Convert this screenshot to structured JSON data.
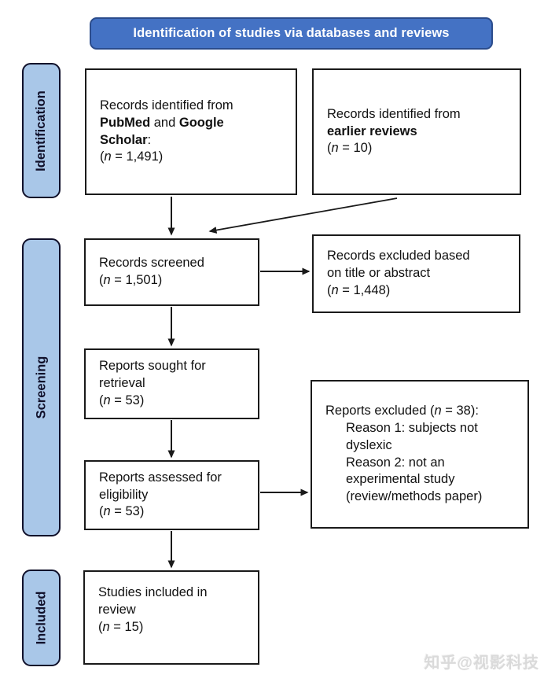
{
  "banner": {
    "title": "Identification of studies via databases and reviews"
  },
  "stages": {
    "identification": "Identification",
    "screening": "Screening",
    "included": "Included"
  },
  "boxes": {
    "identified_databases": {
      "segments": [
        {
          "t": "Records identified from"
        },
        {
          "t": "\n"
        },
        {
          "t": "PubMed",
          "b": 1
        },
        {
          "t": " and "
        },
        {
          "t": "Google",
          "b": 1
        },
        {
          "t": "\n"
        },
        {
          "t": "Scholar",
          "b": 1
        },
        {
          "t": ":"
        },
        {
          "t": "\n"
        },
        {
          "t": "("
        },
        {
          "t": "n",
          "i": 1
        },
        {
          "t": " = 1,491)"
        }
      ]
    },
    "identified_reviews": {
      "segments": [
        {
          "t": "Records identified from"
        },
        {
          "t": "\n"
        },
        {
          "t": "earlier reviews",
          "b": 1
        },
        {
          "t": "\n"
        },
        {
          "t": "("
        },
        {
          "t": "n",
          "i": 1
        },
        {
          "t": " = 10)"
        }
      ]
    },
    "records_screened": {
      "segments": [
        {
          "t": "Records screened"
        },
        {
          "t": "\n"
        },
        {
          "t": "("
        },
        {
          "t": "n",
          "i": 1
        },
        {
          "t": " = 1,501)"
        }
      ]
    },
    "records_excluded": {
      "segments": [
        {
          "t": "Records excluded based"
        },
        {
          "t": "\n"
        },
        {
          "t": "on title or abstract"
        },
        {
          "t": "\n"
        },
        {
          "t": "("
        },
        {
          "t": "n",
          "i": 1
        },
        {
          "t": " = 1,448)"
        }
      ]
    },
    "reports_sought": {
      "segments": [
        {
          "t": "Reports sought for"
        },
        {
          "t": "\n"
        },
        {
          "t": "retrieval"
        },
        {
          "t": "\n"
        },
        {
          "t": "("
        },
        {
          "t": "n",
          "i": 1
        },
        {
          "t": " = 53)"
        }
      ]
    },
    "reports_excluded": {
      "heading": [
        {
          "t": "Reports excluded ("
        },
        {
          "t": "n",
          "i": 1
        },
        {
          "t": " = 38):"
        }
      ],
      "reasons": [
        {
          "t": "Reason 1: subjects not"
        },
        {
          "t": "\n"
        },
        {
          "t": "dyslexic"
        },
        {
          "t": "\n"
        },
        {
          "t": "Reason 2: not an"
        },
        {
          "t": "\n"
        },
        {
          "t": "experimental study"
        },
        {
          "t": "\n"
        },
        {
          "t": "(review/methods paper)"
        }
      ]
    },
    "reports_assessed": {
      "segments": [
        {
          "t": "Reports assessed for"
        },
        {
          "t": "\n"
        },
        {
          "t": "eligibility"
        },
        {
          "t": "\n"
        },
        {
          "t": "("
        },
        {
          "t": "n",
          "i": 1
        },
        {
          "t": " = 53)"
        }
      ]
    },
    "studies_included": {
      "segments": [
        {
          "t": "Studies included in"
        },
        {
          "t": "\n"
        },
        {
          "t": "review"
        },
        {
          "t": "\n"
        },
        {
          "t": "("
        },
        {
          "t": "n",
          "i": 1
        },
        {
          "t": " = 15)"
        }
      ]
    }
  },
  "watermark": "知乎@视影科技",
  "colors": {
    "banner_blue": "#4472C4",
    "banner_border": "#2B4C8C",
    "stage_fill": "#A9C7E8",
    "stage_border": "#10102A",
    "box_border": "#1A1A1A",
    "arrow": "#1A1A1A",
    "watermark": "#DADADA"
  }
}
